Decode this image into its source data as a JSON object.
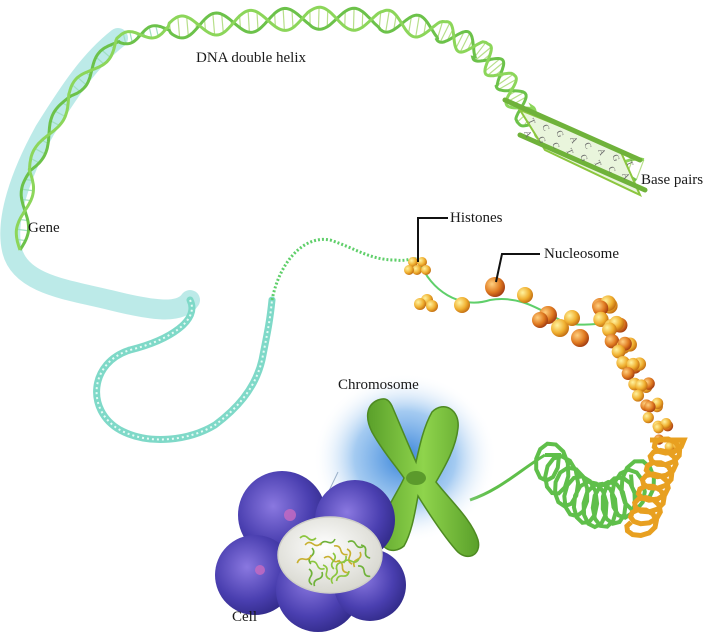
{
  "labels": {
    "dna_double_helix": "DNA double helix",
    "base_pairs": "Base pairs",
    "gene": "Gene",
    "histones": "Histones",
    "nucleosome": "Nucleosome",
    "chromosome": "Chromosome",
    "cell": "Cell"
  },
  "base_pair_letters": {
    "top_strand": [
      "T",
      "C",
      "G",
      "A",
      "C",
      "A",
      "G",
      "T"
    ],
    "bottom_strand": [
      "A",
      "G",
      "C",
      "T",
      "G",
      "T",
      "C",
      "A"
    ]
  },
  "colors": {
    "dna_green": "#8cc63f",
    "dna_dark_green": "#4e9a2a",
    "gene_highlight": "#9fdede",
    "thin_strand": "#5fcf9a",
    "chromosome_green": "#7cc242",
    "chromosome_glow": "#2b7bd6",
    "nucleosome_orange": "#f0a030",
    "nucleosome_yellow": "#f3d24a",
    "cell_purple": "#4a3fb0",
    "nucleus_white": "#f4f4f0",
    "label_text": "#1a1a1a"
  },
  "icons": {
    "cell": "cell-icon",
    "chromosome": "chromosome-icon",
    "nucleosome": "nucleosome-icon"
  }
}
